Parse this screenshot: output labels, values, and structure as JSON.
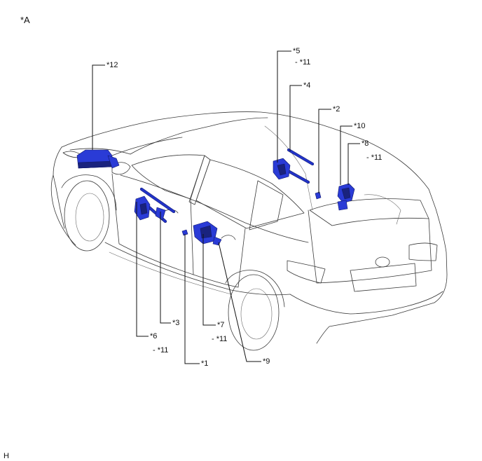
{
  "figure_id": "*A",
  "footer_code": "H",
  "colors": {
    "component": "#2a3bd6",
    "component_dark": "#1a237e",
    "vehicle_outline": "#3a3a3a",
    "leader_line": "#111111",
    "background": "#ffffff"
  },
  "callouts": {
    "c1": "*1",
    "c2": "*2",
    "c3": "*3",
    "c4": "*4",
    "c5": "*5",
    "c5_range": "- *11",
    "c6": "*6",
    "c6_range": "- *11",
    "c7": "*7",
    "c7_range": "- *11",
    "c8": "*8",
    "c8_range": "- *11",
    "c9": "*9",
    "c10": "*10",
    "c12": "*12"
  }
}
